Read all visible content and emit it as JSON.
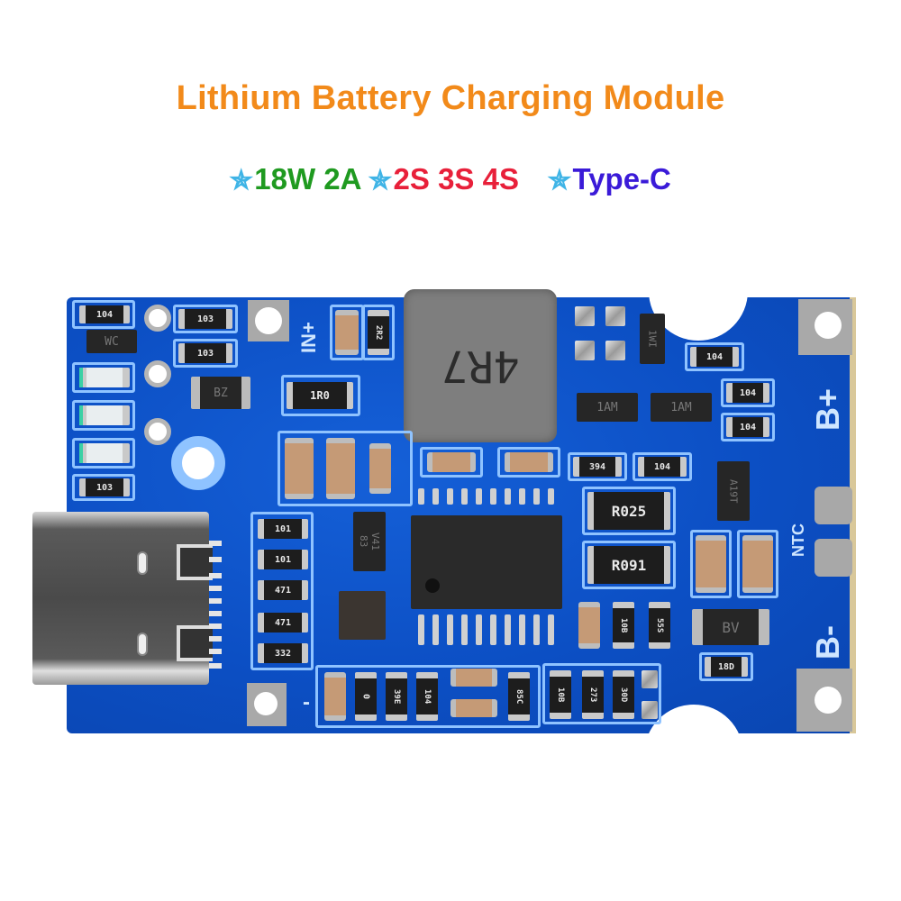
{
  "caption": {
    "title": "Lithium Battery Charging Module",
    "features": [
      {
        "icon": "star-icon",
        "label": "18W 2A",
        "color": "#1f9a20"
      },
      {
        "icon": "star-icon",
        "label": "2S 3S 4S",
        "color": "#e8203a"
      },
      {
        "icon": "star-icon",
        "label": "Type-C",
        "color": "#3a1ad8"
      }
    ],
    "star_glyph": "✯",
    "title_color": "#f28a1a"
  },
  "board": {
    "color": "#0c4fc4",
    "silkscreen": {
      "in_plus": "IN+",
      "in_minus": "-",
      "b_plus": "B+",
      "b_minus": "B-",
      "ntc": "NTC"
    },
    "components": {
      "r_104_tl": "104",
      "d_wc": "WC",
      "r_103_a": "103",
      "r_103_b": "103",
      "d_bz": "BZ",
      "r_103_c": "103",
      "r_1r0": "1R0",
      "r_2r2": "2R2",
      "inductor": "4R7",
      "d_1wi": "1WI",
      "q_1am_a": "1AM",
      "q_1am_b": "1AM",
      "r_104_a": "104",
      "r_104_b": "104",
      "r_104_c": "104",
      "r_394": "394",
      "r_104_d": "104",
      "q_a19t": "A19T",
      "r_r025": "R025",
      "r_r091": "R091",
      "r_101_a": "101",
      "r_101_b": "101",
      "r_471_a": "471",
      "r_471_b": "471",
      "r_332": "332",
      "q_v41": "V41\n83",
      "r_10b": "10B",
      "r_55s": "55S",
      "d_bv": "BV",
      "r_18d": "18D",
      "r_0": "0",
      "r_39e": "39E",
      "r_104_e": "104",
      "r_85c": "85C",
      "r_10b_b": "10B",
      "r_273": "273",
      "r_30d": "30D"
    }
  }
}
